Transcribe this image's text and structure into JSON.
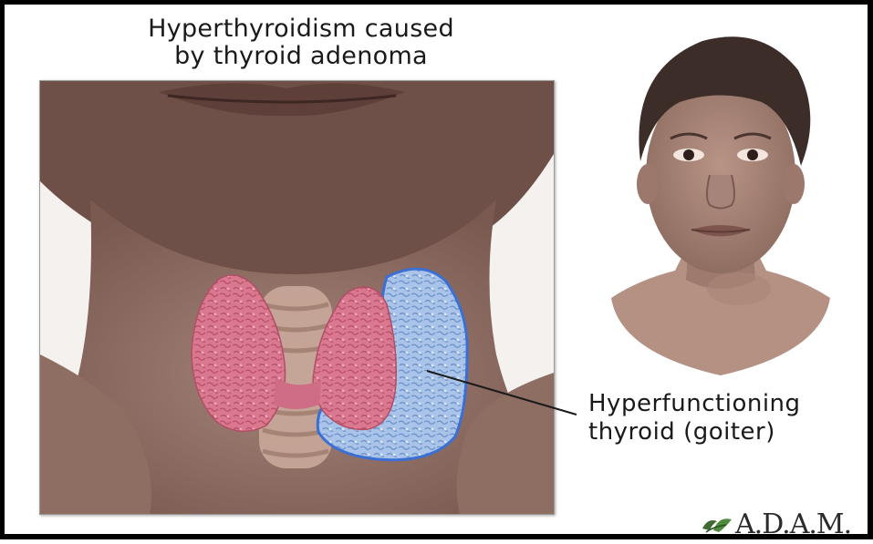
{
  "title": {
    "line1": "Hyperthyroidism caused",
    "line2": "by thyroid adenoma"
  },
  "callout": {
    "line1": "Hyperfunctioning",
    "line2": "thyroid (goiter)"
  },
  "logo": {
    "text": "A.D.A.M.",
    "icon": "leaf-icon"
  },
  "colors": {
    "thyroid_normal": "#d9788f",
    "thyroid_goiter": "#a9c4e8",
    "goiter_outline": "#3b6fd4",
    "skin": "#8a6a5e",
    "frame": "#000000"
  }
}
